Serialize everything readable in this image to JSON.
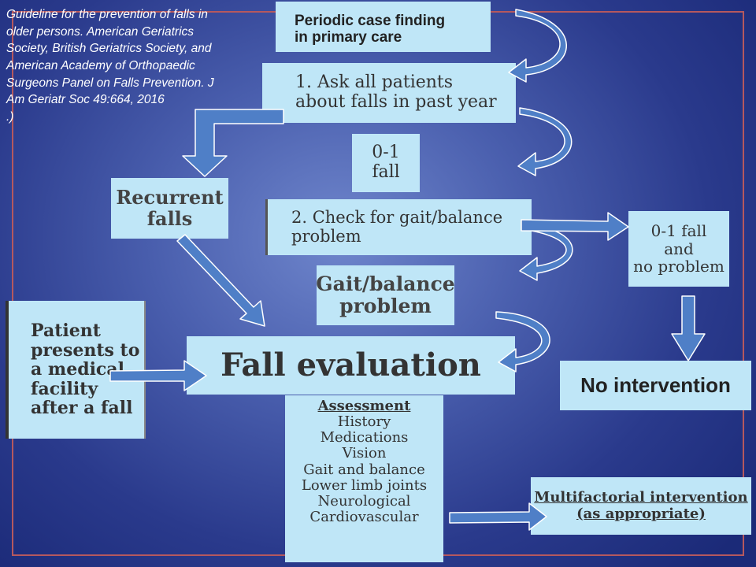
{
  "citation": "Guideline for the prevention of falls in older persons. American Geriatrics\nSociety, British Geriatrics Society, and American Academy of Orthopaedic Surgeons Panel on Falls Prevention. J Am Geriatr Soc 49:664, 2016\n.)",
  "boxes": {
    "periodic": [
      "Periodic case finding",
      "in primary care"
    ],
    "ask": [
      "1. Ask all patients",
      "about falls in past year"
    ],
    "zero_one_fall": [
      "0-1",
      "fall"
    ],
    "recurrent": [
      "Recurrent",
      "falls"
    ],
    "check": [
      "2. Check for gait/balance",
      "problem"
    ],
    "no_problem": [
      "0-1 fall",
      "and",
      "no problem"
    ],
    "gait_problem": [
      "Gait/balance",
      "problem"
    ],
    "patient": [
      "Patient",
      "presents to",
      "a medical",
      "facility",
      "after a fall"
    ],
    "fall_eval": "Fall evaluation",
    "no_intervention": "No intervention",
    "multifactorial": [
      "Multifactorial intervention",
      "(as appropriate)"
    ]
  },
  "assessment": {
    "heading": "Assessment",
    "items": [
      "History",
      "Medications",
      "Vision",
      "Gait and balance",
      "Lower limb joints",
      "Neurological",
      "Cardiovascular"
    ]
  },
  "colors": {
    "box": "#bfe6f7",
    "arrow_fill": "#4f7fc7",
    "arrow_outline": "#ffffff",
    "frame": "#b5585e"
  }
}
